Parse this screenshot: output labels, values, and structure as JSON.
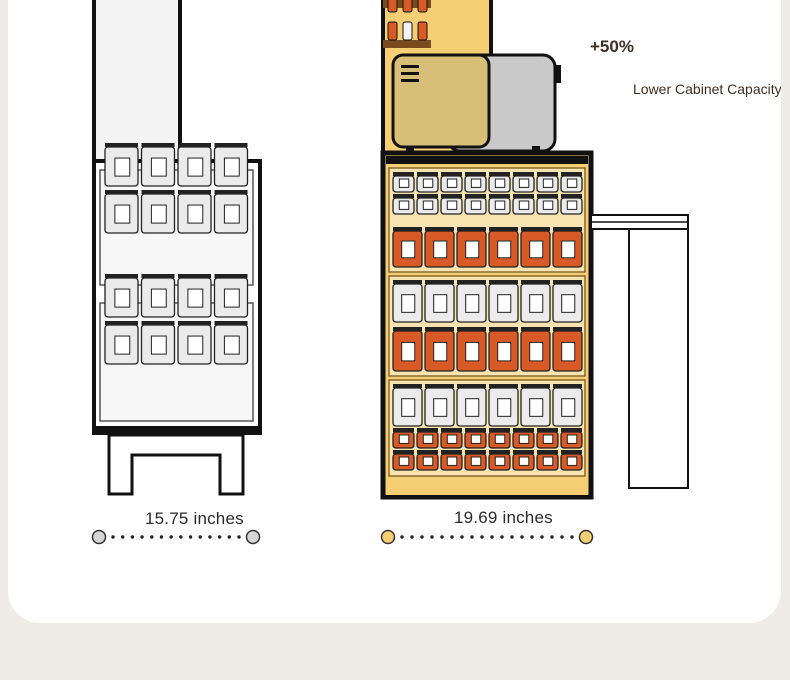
{
  "left_unit": {
    "width_label": "15.75 inches"
  },
  "right_unit": {
    "width_label": "19.69 inches",
    "capacity_increase": "+50%",
    "capacity_label": "Lower Cabinet Capacity"
  },
  "colors": {
    "background": "#efece7",
    "card": "#ffffff",
    "accent_orange": "#d85a26",
    "accent_yellow": "#f6cf74",
    "toaster_tan": "#d8bf78",
    "outline": "#111111",
    "jar_white": "#eeeeee"
  }
}
